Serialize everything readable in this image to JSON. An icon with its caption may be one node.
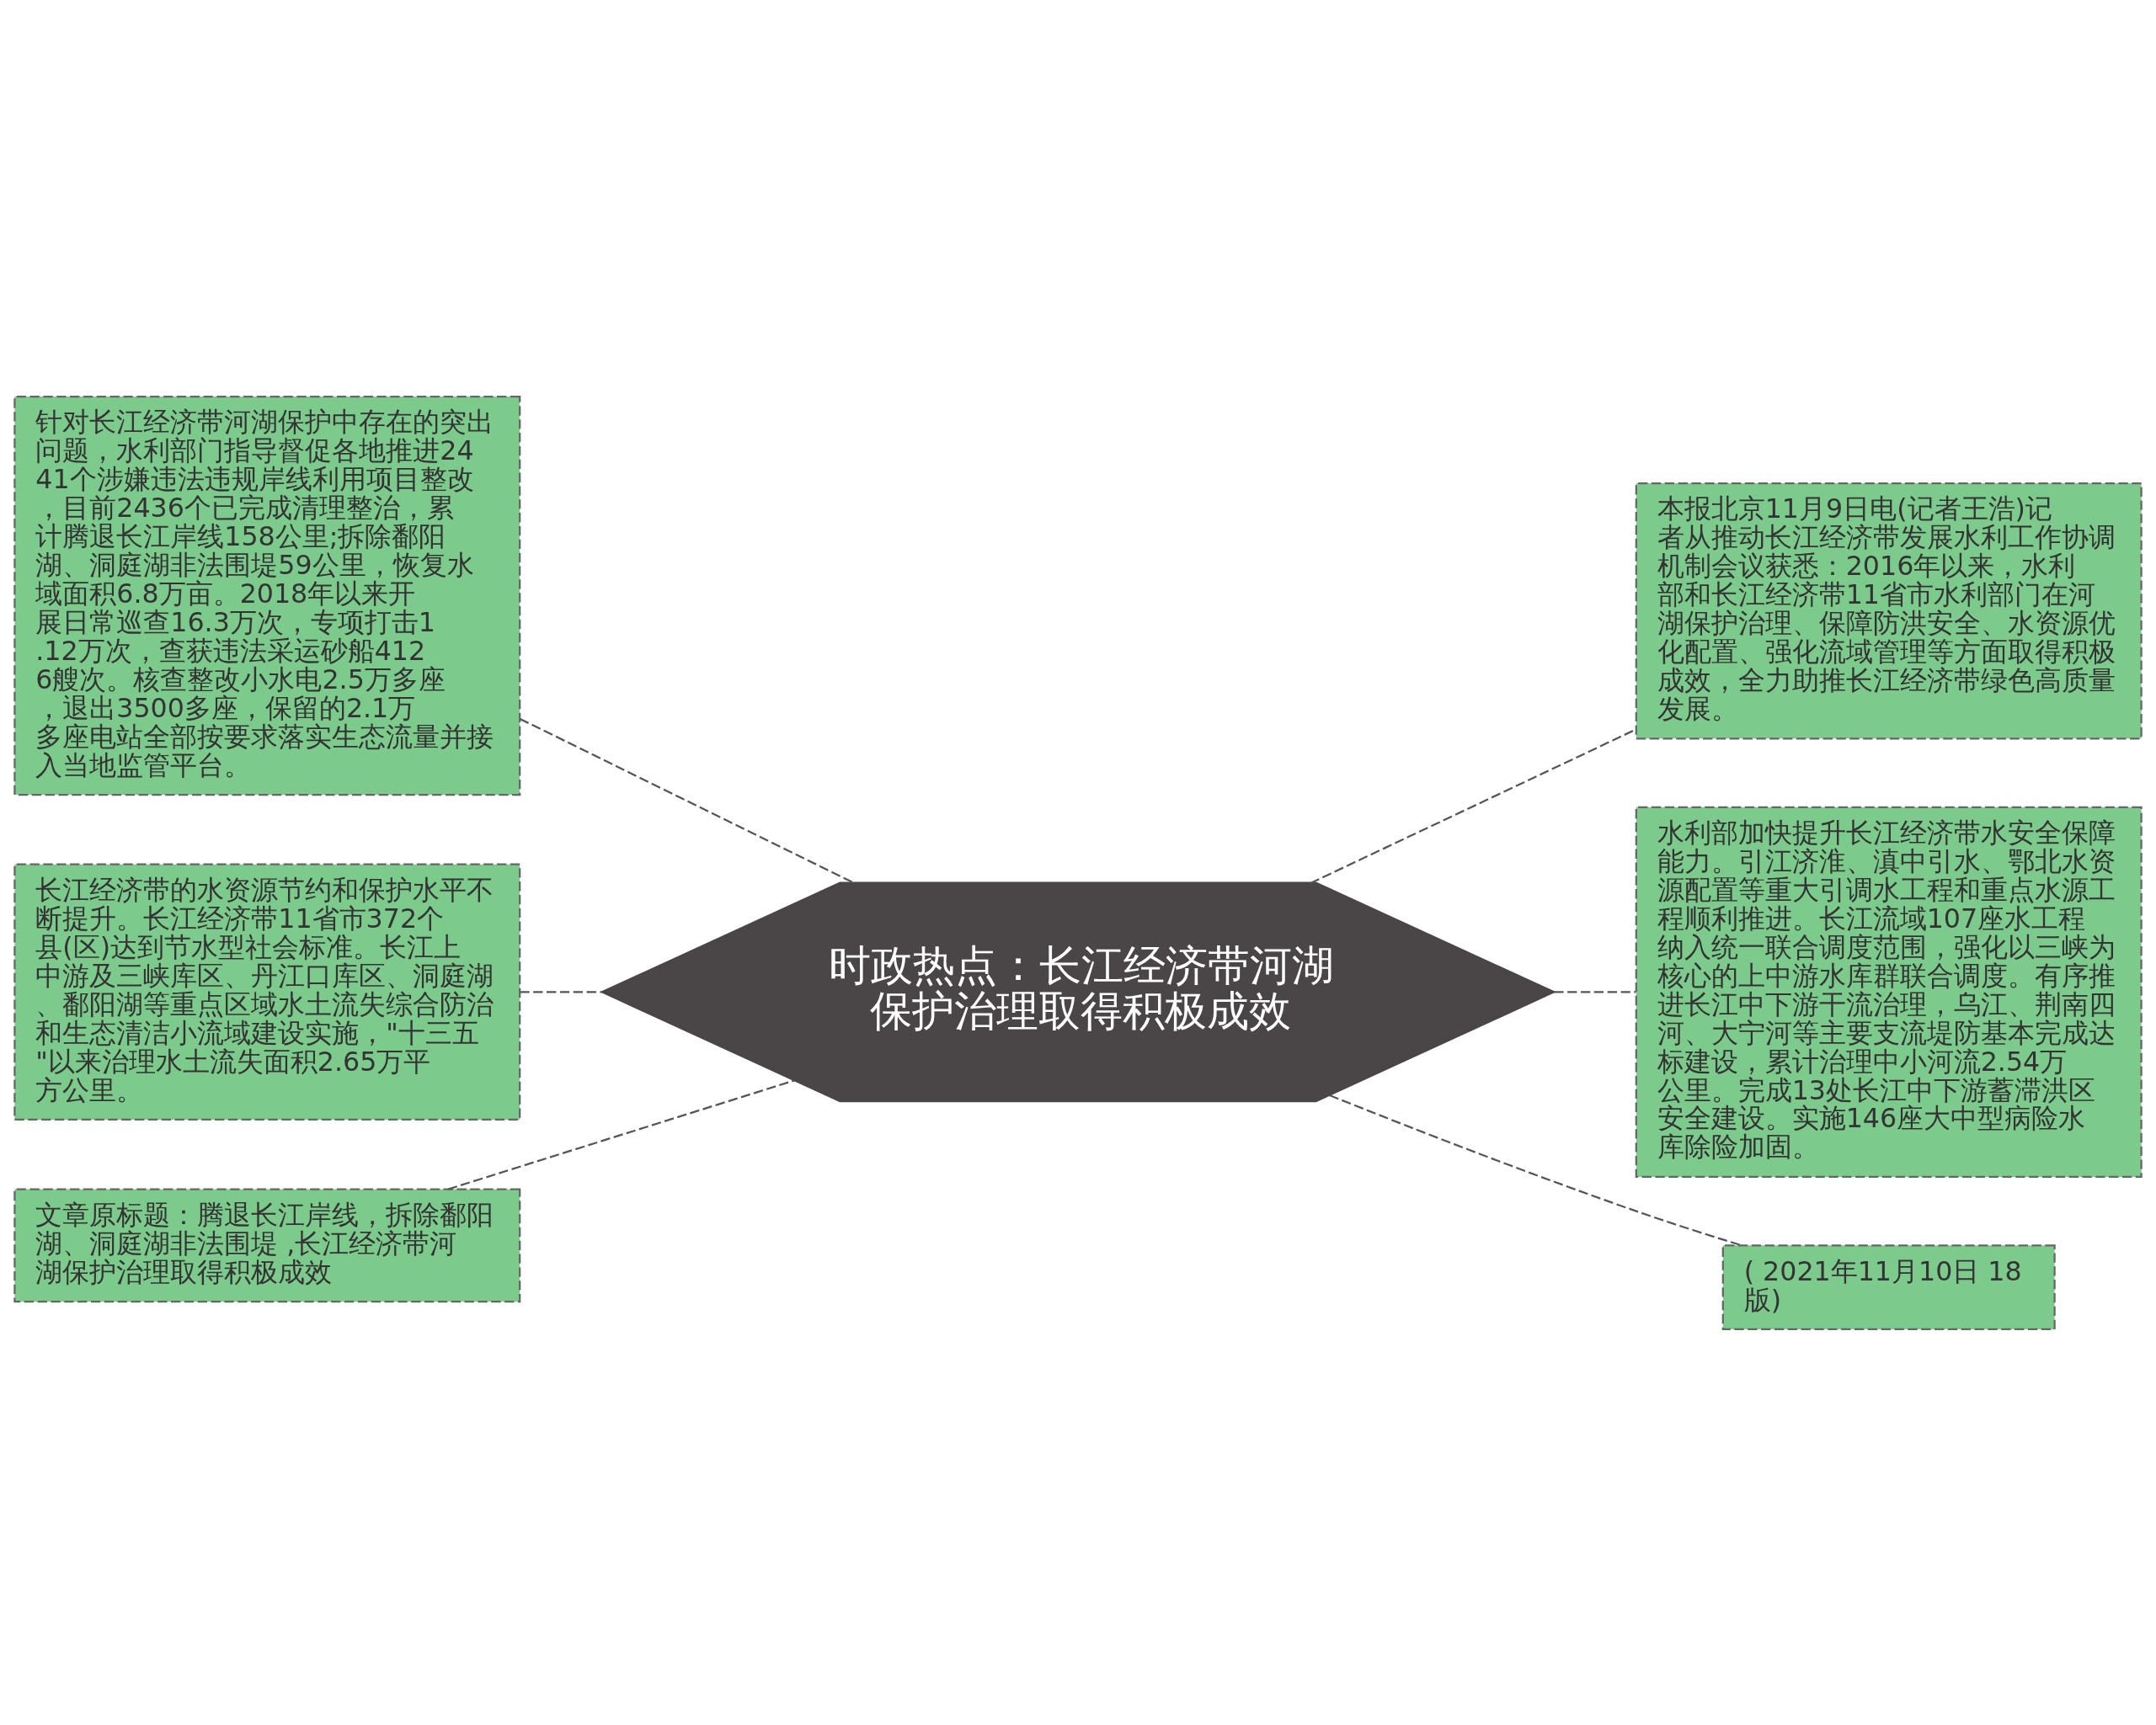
{
  "diagram": {
    "nodes": [
      {
        "text": [
          "时政热点：长江经济带河湖保护治理取得积极成效"
        ]
      },
      {
        "text": [
          "针对长江经济带河湖保护中存在的突出问题，水利部门指导督促各地推进2441个涉嫌违法违规岸线利用项目整改，目前2436个已完成清理整治，累计腾退长江岸线158公里;拆除鄱阳湖、洞庭湖非法围堤59公里，恢复水域面积6.8万亩。2018年以来开展日常巡查16.3万次，专项打击1.12万次，查获违法采运砂船4126艘次。核查整改小水电2.5万多座，退出3500多座，保留的2.1万多座电站全部按要求落实生态流量并接入当地监管平台。"
        ]
      },
      {
        "text": [
          "长江经济带的水资源节约和保护水平不断提升。长江经济带11省市372个县(区)达到节水型社会标准。长江上中游及三峡库区、丹江口库区、洞庭湖、鄱阳湖等重点区域水土流失综合防治和生态清洁小流域建设实施，\"十三五\"以来治理水土流失面积2.65万平方公里。"
        ]
      },
      {
        "text": [
          "文章原标题：腾退长江岸线，拆除鄱阳湖、洞庭湖非法围堤 ,长江经济带河湖保护治理取得积极成效"
        ]
      },
      {
        "text": [
          "本报北京11月9日电(记者王浩)记者从推动长江经济带发展水利工作协调机制会议获悉：2016年以来，水利部和长江经济带11省市水利部门在河湖保护治理、保障防洪安全、水资源优化配置、强化流域管理等方面取得积极成效，全力助推长江经济带绿色高质量发展。"
        ]
      },
      {
        "text": [
          "水利部加快提升长江经济带水安全保障能力。引江济淮、滇中引水、鄂北水资源配置等重大引调水工程和重点水源工程顺利推进。长江流域107座水工程纳入统一联合调度范围，强化以三峡为核心的上中游水库群联合调度。有序推进长江中下游干流治理，乌江、荆南四河、大宁河等主要支流堤防基本完成达标建设，累计治理中小河流2.54万公里。完成13处长江中下游蓄滞洪区安全建设。实施146座大中型病险水库除险加固。"
        ]
      },
      {
        "text": [
          "( 2021年11月10日 18 版)"
        ]
      }
    ],
    "edges": [
      {
        "from": 0,
        "to": 1,
        "arrow": "none",
        "style": "dashed"
      },
      {
        "from": 0,
        "to": 2,
        "arrow": "none",
        "style": "dashed"
      },
      {
        "from": 0,
        "to": 3,
        "arrow": "none",
        "style": "dashed"
      },
      {
        "from": 0,
        "to": 4,
        "arrow": "none",
        "style": "dashed"
      },
      {
        "from": 0,
        "to": 5,
        "arrow": "none",
        "style": "dashed"
      },
      {
        "from": 0,
        "to": 6,
        "arrow": "none",
        "style": "dashed"
      }
    ]
  }
}
